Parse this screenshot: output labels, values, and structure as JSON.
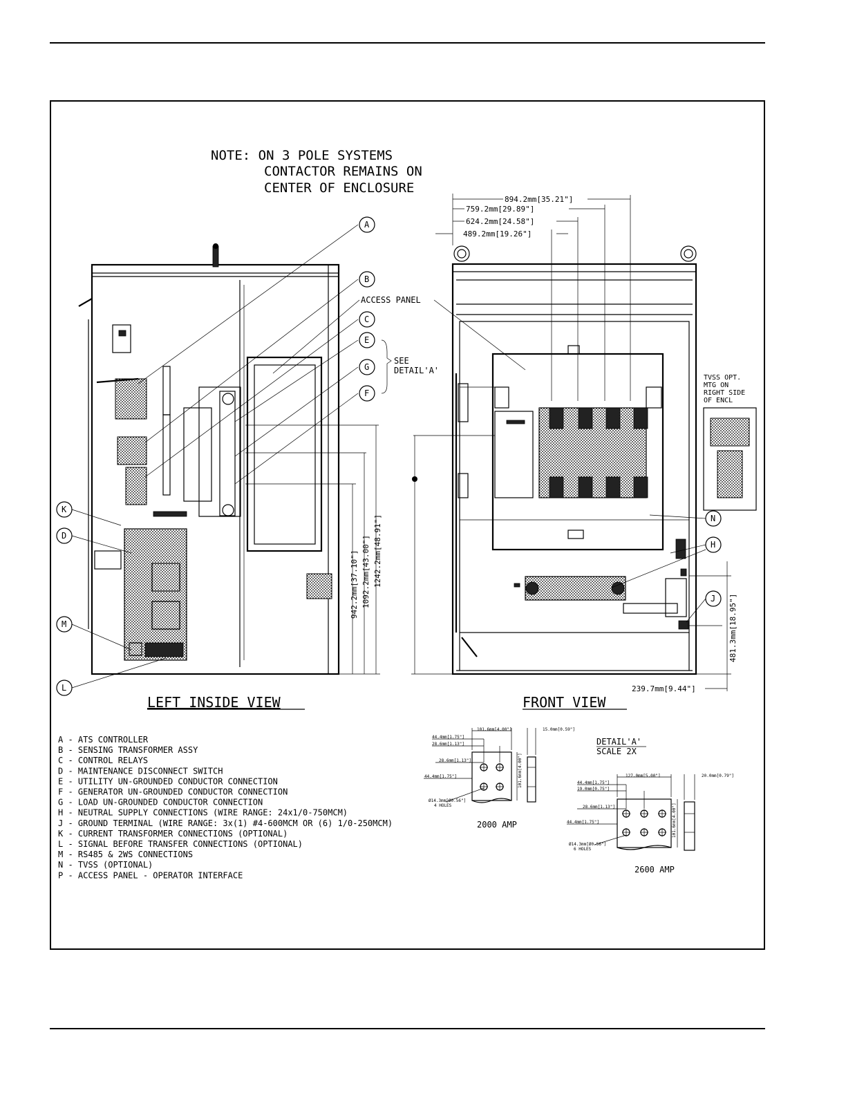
{
  "note": {
    "line1": "NOTE: ON 3 POLE SYSTEMS",
    "line2": "CONTACTOR REMAINS ON",
    "line3": "CENTER OF ENCLOSURE"
  },
  "dimensions": {
    "top_1": "894.2mm[35.21\"]",
    "top_2": "759.2mm[29.89\"]",
    "top_3": "624.2mm[24.58\"]",
    "top_4": "489.2mm[19.26\"]",
    "side_1": "942.2mm[37.10\"]",
    "side_2": "1092.2mm[43.00\"]",
    "side_3": "1242.2mm[48.91\"]",
    "right_h": "481.3mm[18.95\"]",
    "bottom": "239.7mm[9.44\"]"
  },
  "labels": {
    "access_panel": "ACCESS PANEL",
    "see_detail_1": "SEE",
    "see_detail_2": "DETAIL'A'",
    "tvss_1": "TVSS OPT.",
    "tvss_2": "MTG ON",
    "tvss_3": "RIGHT SIDE",
    "tvss_4": "OF ENCL"
  },
  "callouts": {
    "A": "A",
    "B": "B",
    "C": "C",
    "E": "E",
    "G": "G",
    "F": "F",
    "K": "K",
    "D": "D",
    "M": "M",
    "L": "L",
    "N": "N",
    "H": "H",
    "J": "J"
  },
  "views": {
    "left": "LEFT INSIDE VIEW",
    "front": "FRONT VIEW"
  },
  "legend": [
    "A - ATS CONTROLLER",
    "B - SENSING TRANSFORMER ASSY",
    "C - CONTROL RELAYS",
    "D - MAINTENANCE DISCONNECT SWITCH",
    "E - UTILITY UN-GROUNDED CONDUCTOR CONNECTION",
    "F - GENERATOR UN-GROUNDED CONDUCTOR CONNECTION",
    "G - LOAD UN-GROUNDED CONDUCTOR CONNECTION",
    "H - NEUTRAL SUPPLY CONNECTIONS (WIRE RANGE: 24x1/0-750MCM)",
    "J - GROUND TERMINAL (WIRE RANGE: 3x(1) #4-600MCM OR (6) 1/0-250MCM)",
    "K - CURRENT TRANSFORMER CONNECTIONS (OPTIONAL)",
    "L - SIGNAL BEFORE TRANSFER CONNECTIONS (OPTIONAL)",
    "M - RS485 & 2WS CONNECTIONS",
    "N - TVSS (OPTIONAL)",
    "P - ACCESS PANEL - OPERATOR INTERFACE"
  ],
  "detail": {
    "title": "DETAIL'A'",
    "scale": "SCALE 2X",
    "amp2000": "2000 AMP",
    "amp2600": "2600 AMP",
    "d2000": {
      "w": "101.6mm[4.00\"]",
      "t": "15.0mm[0.59\"]",
      "a": "44.4mm[1.75\"]",
      "b": "28.6mm[1.13\"]",
      "c": "28.6mm[1.13\"]",
      "d": "44.4mm[1.75\"]",
      "h": "101.6mm[4.00\"]",
      "holes1": "Ø14.3mm[Ø0.56\"]",
      "holes2": "4 HOLES"
    },
    "d2600": {
      "w": "127.0mm[5.00\"]",
      "t": "20.0mm[0.79\"]",
      "a": "44.4mm[1.75\"]",
      "b": "19.0mm[0.75\"]",
      "c": "28.6mm[1.13\"]",
      "d": "44.4mm[1.75\"]",
      "h": "101.6mm[4.00\"]",
      "holes1": "Ø14.3mm[Ø0.56\"]",
      "holes2": "6 HOLES"
    }
  }
}
